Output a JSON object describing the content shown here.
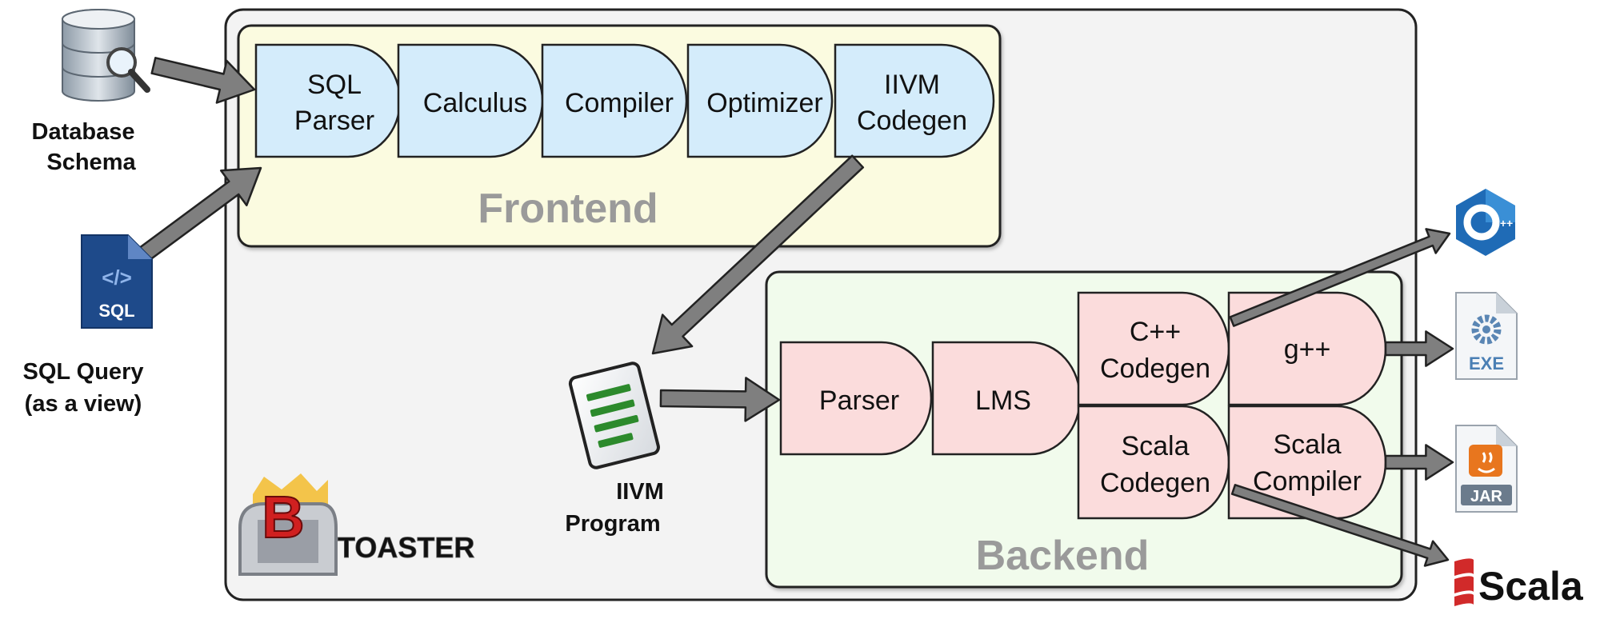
{
  "inputs": {
    "schema_label_line1": "Database",
    "schema_label_line2": "Schema",
    "query_label_line1": "SQL Query",
    "query_label_line2": "(as a view)",
    "sql_icon_text": "SQL",
    "sql_icon_glyph": "</>"
  },
  "frontend": {
    "title": "Frontend",
    "stages": [
      {
        "line1": "SQL",
        "line2": "Parser"
      },
      {
        "line1": "Calculus",
        "line2": ""
      },
      {
        "line1": "Compiler",
        "line2": ""
      },
      {
        "line1": "Optimizer",
        "line2": ""
      },
      {
        "line1": "IIVM",
        "line2": "Codegen"
      }
    ]
  },
  "program": {
    "line1": "IIVM",
    "line2": "Program"
  },
  "backend": {
    "title": "Backend",
    "parser": "Parser",
    "lms": "LMS",
    "cpp_codegen": {
      "line1": "C++",
      "line2": "Codegen"
    },
    "scala_codegen": {
      "line1": "Scala",
      "line2": "Codegen"
    },
    "gpp": "g++",
    "scala_compiler": {
      "line1": "Scala",
      "line2": "Compiler"
    }
  },
  "outputs": {
    "cpp_logo_text": "C++",
    "exe_text": "EXE",
    "jar_text": "JAR",
    "scala_text": "Scala"
  },
  "brand": {
    "logo_text": "TOASTER",
    "logo_letter": "B"
  },
  "colors": {
    "frontend_fill": "#fbfbe0",
    "backend_fill": "#f1fbec",
    "frontend_stage": "#d4ecfb",
    "backend_stage": "#fbdcdc",
    "title_gray": "#9a9a9a",
    "arrow": "#7f7f7f",
    "outer_fill": "#f3f3f3"
  }
}
